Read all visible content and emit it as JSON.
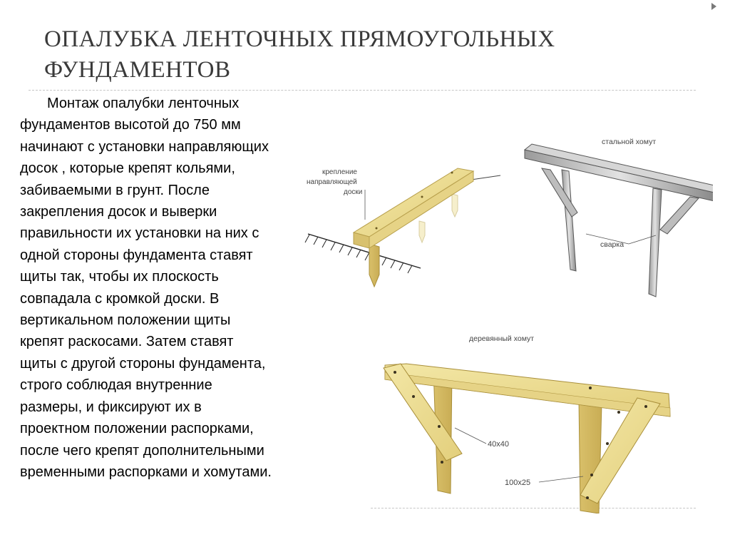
{
  "slide": {
    "title": "ОПАЛУБКА ЛЕНТОЧНЫХ ПРЯМОУГОЛЬНЫХ ФУНДАМЕНТОВ",
    "body": "Монтаж опалубки ленточных фундаментов высотой до 750 мм начинают с установки направляющих досок , которые крепят кольями, забиваемыми в грунт. После закрепления досок и выверки правильности их установки на них с одной стороны фундамента ставят щиты так, чтобы их плоскость совпадала с кромкой доски. В вертикальном положении щиты крепят раскосами. Затем ставят щиты с другой стороны фундамента, строго соблюдая внутренние размеры, и фиксируют их в проектном положении распорками, после чего крепят дополнительными временными распорками и хомутами."
  },
  "figure_labels": {
    "guide_board_line1": "крепление",
    "guide_board_line2": "направляющей",
    "guide_board_line3": "доски",
    "steel_clamp": "стальной хомут",
    "welding": "сварка",
    "wooden_clamp": "деревянный хомут",
    "dim_40x40": "40x40",
    "dim_100x25": "100x25"
  }
}
